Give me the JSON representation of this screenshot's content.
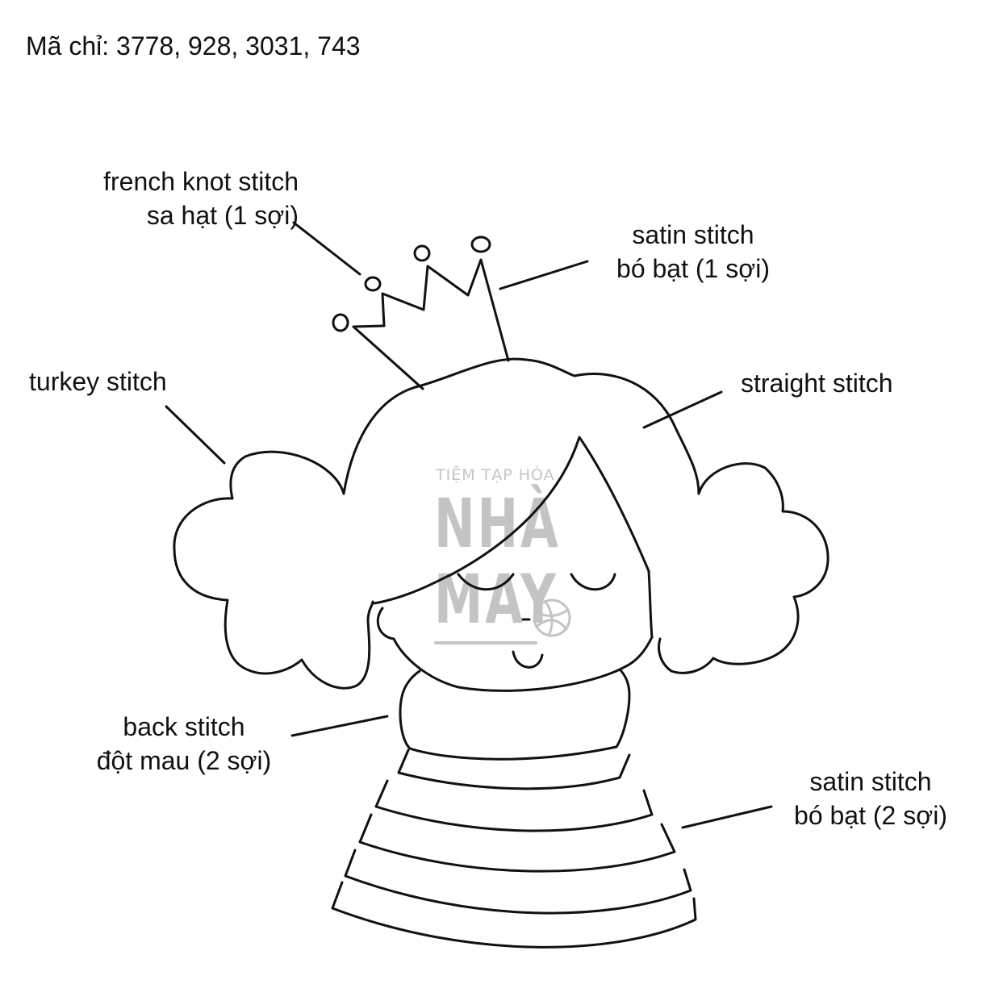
{
  "header": {
    "thread_codes": "Mã chỉ: 3778, 928, 3031, 743"
  },
  "annotations": {
    "french_knot": {
      "line1": "french knot stitch",
      "line2": "sa hạt (1 sợi)"
    },
    "satin_crown": {
      "line1": "satin stitch",
      "line2": "bó bạt (1 sợi)"
    },
    "turkey": {
      "line1": "turkey stitch"
    },
    "straight": {
      "line1": "straight stitch"
    },
    "back": {
      "line1": "back stitch",
      "line2": "đột mau (2 sợi)"
    },
    "satin_dress": {
      "line1": "satin stitch",
      "line2": "bó bạt (2 sợi)"
    }
  },
  "watermark": {
    "line1": "TIỆM TẠP HÓA",
    "line2": "NHÀ",
    "line3": "MAY"
  },
  "colors": {
    "ink": "#111111",
    "watermark": "#c4c4c4",
    "background": "#ffffff"
  }
}
